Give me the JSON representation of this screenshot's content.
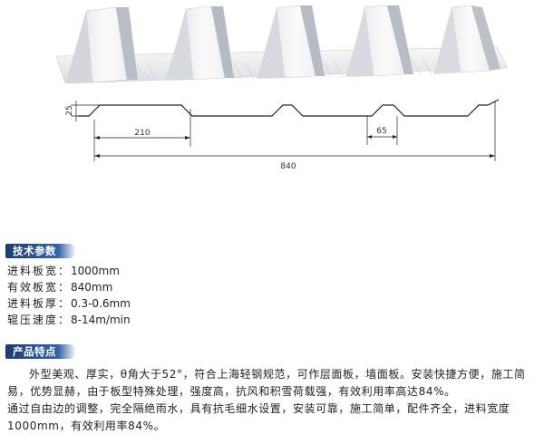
{
  "figure": {
    "dim_height": "25",
    "dim_pitch": "210",
    "dim_rib": "65",
    "dim_width": "840"
  },
  "specs": {
    "title": "技术参数",
    "rows": [
      {
        "label": "进料板宽：",
        "value": "1000mm"
      },
      {
        "label": "有效板宽：",
        "value": "840mm"
      },
      {
        "label": "进料板厚：",
        "value": "0.3-0.6mm"
      },
      {
        "label": "辊压速度：",
        "value": "8-14m/min"
      }
    ]
  },
  "features": {
    "title": "产品特点",
    "paragraphs": [
      "外型美观、厚实，θ角大于52°，符合上海轻钢规范，可作层面板，墙面板。安装快捷方便，施工简易，优势显赫，由于板型特殊处理，强度高，抗风和积雪荷载强，有效利用率高达84%。",
      "通过自由边的调整，完全隔绝雨水，具有抗毛细水设置，安装可靠，施工简单，配件齐全，进料宽度1000mm，有效利用率84%。"
    ]
  },
  "colors": {
    "header_bg": "#1e3c72",
    "sheet_light": "#f4f5f7",
    "sheet_shadow": "#b9bec6"
  }
}
